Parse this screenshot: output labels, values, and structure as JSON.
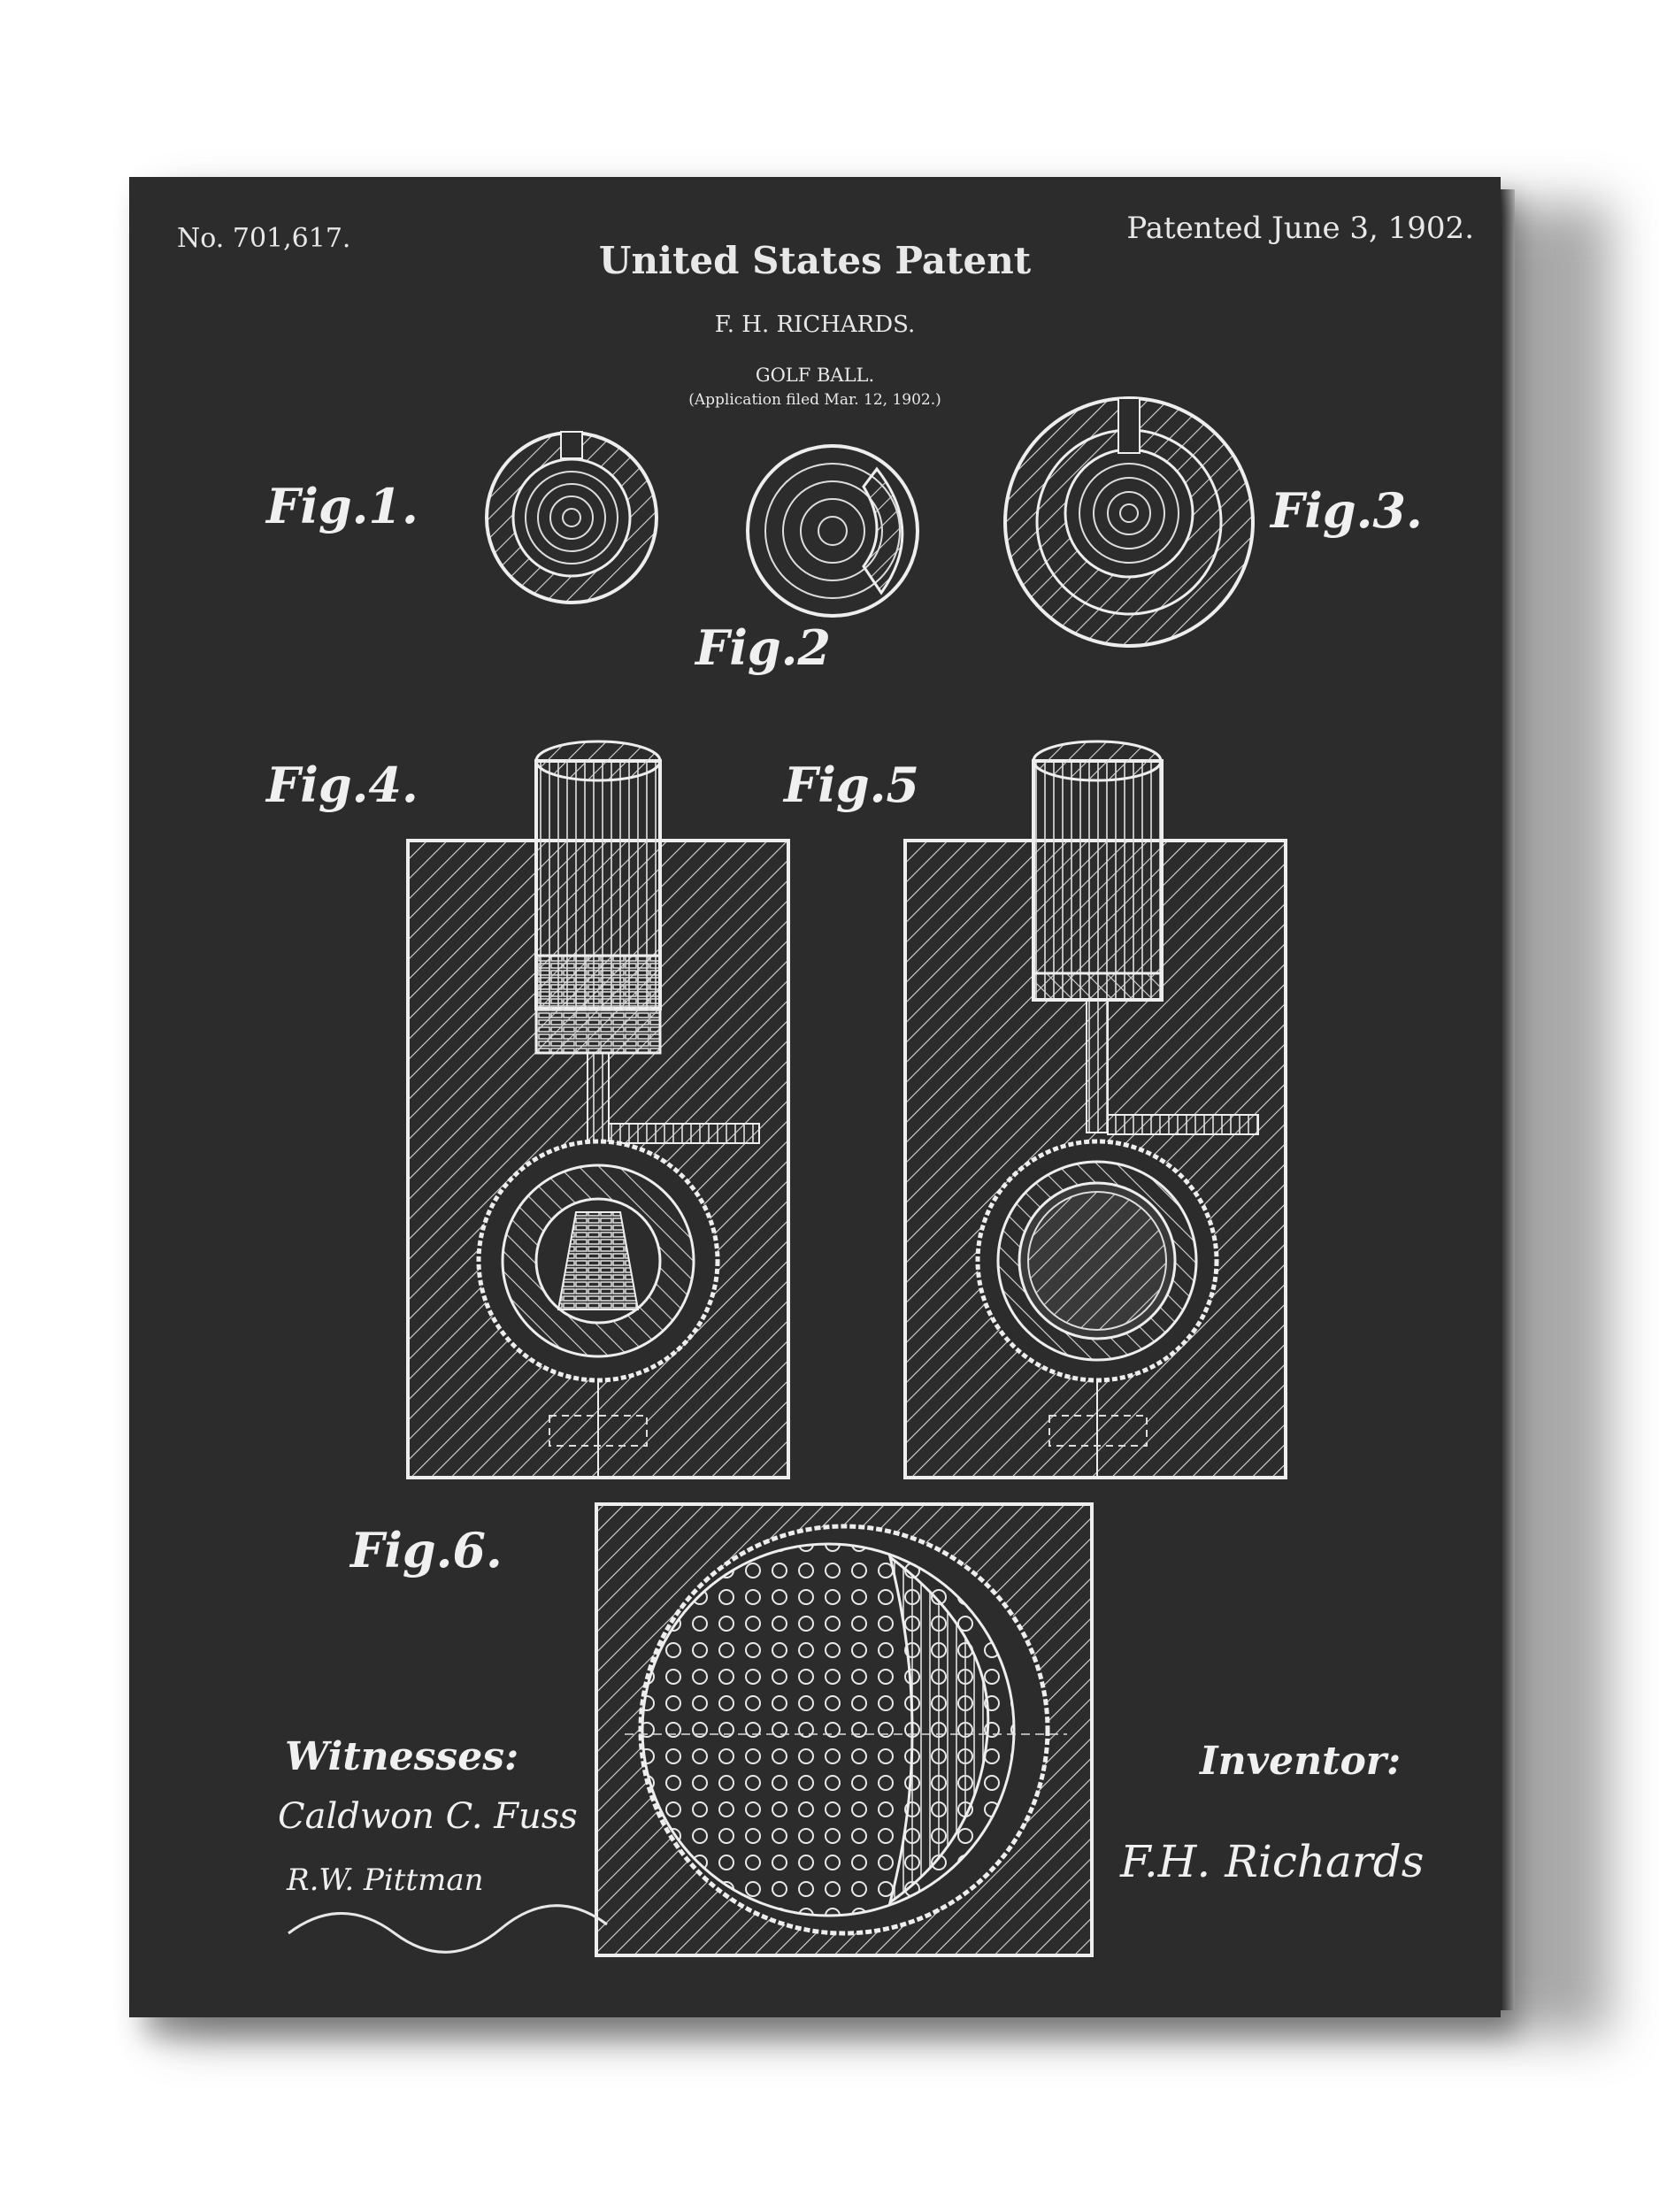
{
  "header": {
    "patent_number": "No. 701,617.",
    "patent_date": "Patented June 3, 1902.",
    "title": "United States Patent",
    "inventor": "F. H. RICHARDS.",
    "subject": "GOLF BALL.",
    "filed": "(Application filed Mar. 12, 1902.)"
  },
  "figures": {
    "fig1": "Fig.1.",
    "fig2": "Fig.2",
    "fig3": "Fig.3.",
    "fig4": "Fig.4.",
    "fig5": "Fig.5",
    "fig6": "Fig.6."
  },
  "signatures": {
    "witnesses_label": "Witnesses:",
    "witness1": "Caldwon C. Fuss",
    "witness2": "R.W. Pittman",
    "inventor_label": "Inventor:",
    "inventor_signature": "F.H. Richards"
  },
  "colors": {
    "board": "#2c2c2c",
    "ink": "#e8e8e8"
  }
}
